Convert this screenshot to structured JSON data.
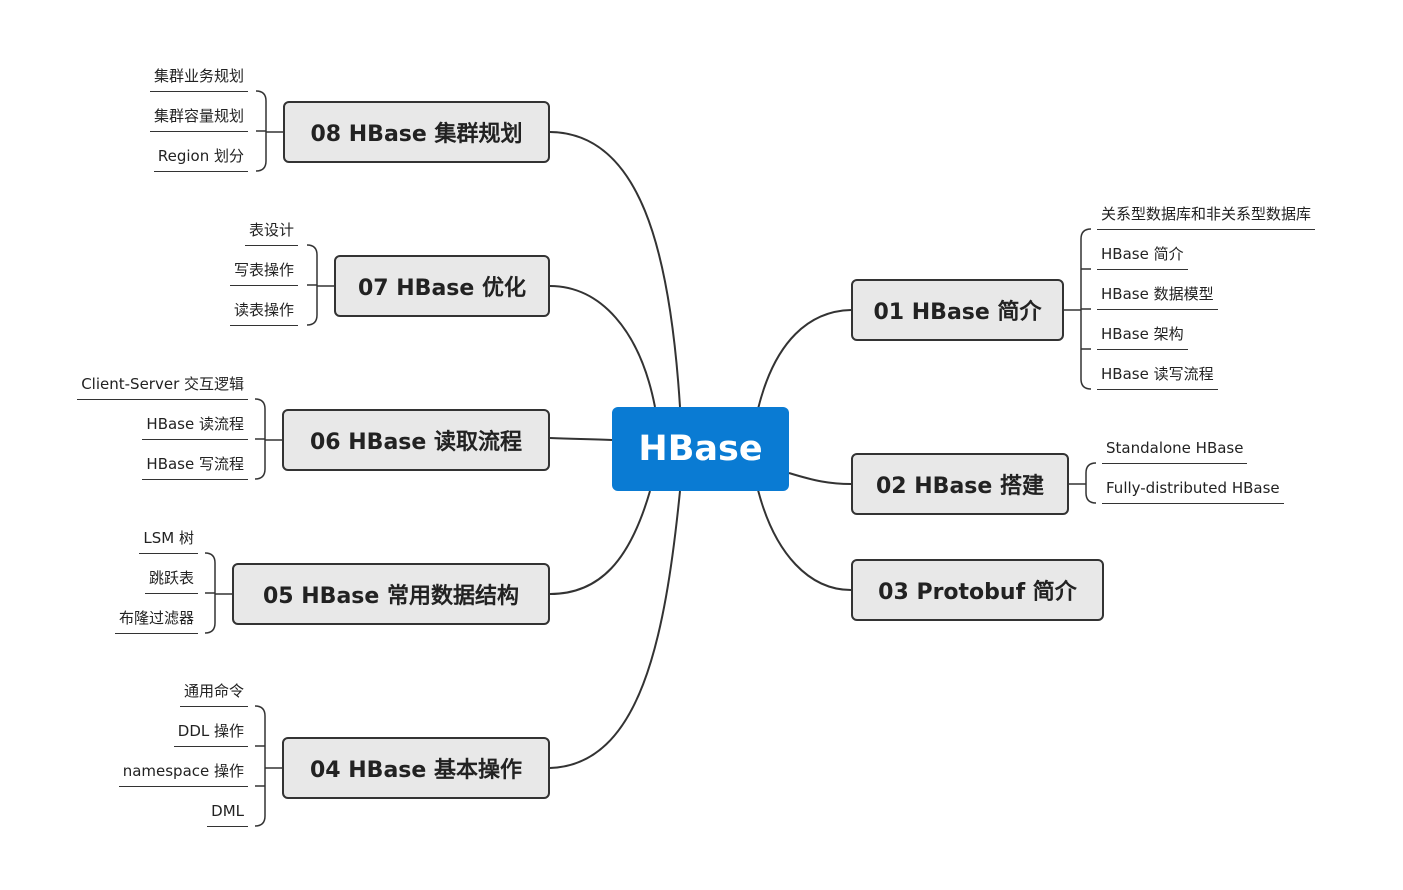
{
  "central": {
    "label": "HBase"
  },
  "topics": [
    {
      "id": "t01",
      "label": "01 HBase 简介",
      "subs": [
        "关系型数据库和非关系型数据库",
        "HBase 简介",
        "HBase 数据模型",
        "HBase 架构",
        "HBase 读写流程"
      ]
    },
    {
      "id": "t02",
      "label": "02 HBase 搭建",
      "subs": [
        "Standalone HBase",
        "Fully-distributed HBase"
      ]
    },
    {
      "id": "t03",
      "label": "03 Protobuf 简介",
      "subs": []
    },
    {
      "id": "t04",
      "label": "04 HBase 基本操作",
      "subs": [
        "通用命令",
        "DDL 操作",
        "namespace 操作",
        "DML"
      ]
    },
    {
      "id": "t05",
      "label": "05 HBase 常用数据结构",
      "subs": [
        "LSM 树",
        "跳跃表",
        "布隆过滤器"
      ]
    },
    {
      "id": "t06",
      "label": "06 HBase 读取流程",
      "subs": [
        "Client-Server 交互逻辑",
        "HBase 读流程",
        "HBase 写流程"
      ]
    },
    {
      "id": "t07",
      "label": "07 HBase 优化",
      "subs": [
        "表设计",
        "写表操作",
        "读表操作"
      ]
    },
    {
      "id": "t08",
      "label": "08 HBase 集群规划",
      "subs": [
        "集群业务规划",
        "集群容量规划",
        "Region 划分"
      ]
    }
  ],
  "colors": {
    "central": "#0a7bd3",
    "topic_fill": "#e8e8e8",
    "line": "#333333"
  }
}
